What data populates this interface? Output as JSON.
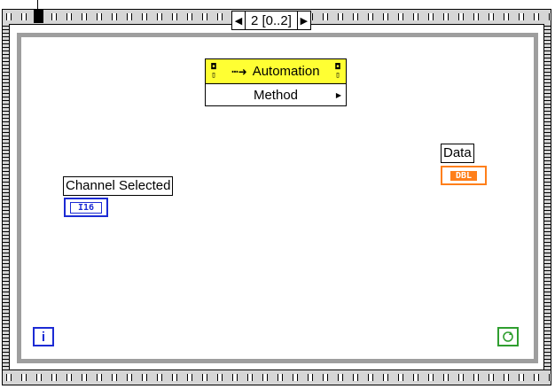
{
  "sequence": {
    "selector_label": "2 [0..2]",
    "decrement_icon": "triangle-left-icon",
    "increment_icon": "triangle-right-icon"
  },
  "automation_node": {
    "title": "Automation",
    "method": "Method",
    "arrow_icon": "fat-arrow-icon",
    "ref_icon": "automation-refnum-icon"
  },
  "controls": {
    "channel_label": "Channel Selected",
    "channel_type": "I16",
    "data_label": "Data",
    "data_type": "DBL"
  },
  "loop": {
    "iteration_label": "i",
    "condition_icon": "loop-continue-icon"
  },
  "colors": {
    "integer_wire": "#1c2bd4",
    "double_wire": "#ff7f1a",
    "node_header": "#ffff33",
    "loop_condition": "#2f9e2f",
    "frame_border": "#9e9e9e"
  }
}
